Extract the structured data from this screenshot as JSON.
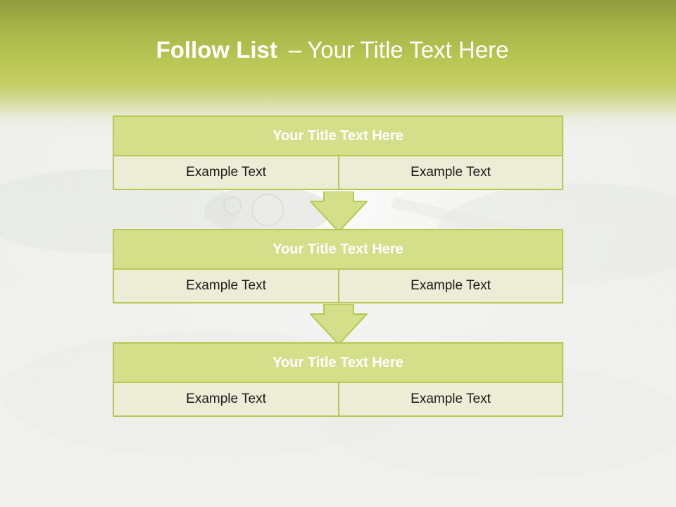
{
  "slide": {
    "title_bold": "Follow List",
    "title_dash": "–",
    "title_rest": "Your Title Text Here"
  },
  "blocks": [
    {
      "title": "Your Title Text Here",
      "left": "Example Text",
      "right": "Example Text"
    },
    {
      "title": "Your Title Text Here",
      "left": "Example Text",
      "right": "Example Text"
    },
    {
      "title": "Your Title Text Here",
      "left": "Example Text",
      "right": "Example Text"
    }
  ],
  "colors": {
    "accent": "#b5c84f",
    "title_fill": "#d4df8a",
    "cell_fill": "#ebedd6",
    "header_band": "#b8c654"
  },
  "icons": {
    "flow_arrow": "down-arrow-icon"
  }
}
